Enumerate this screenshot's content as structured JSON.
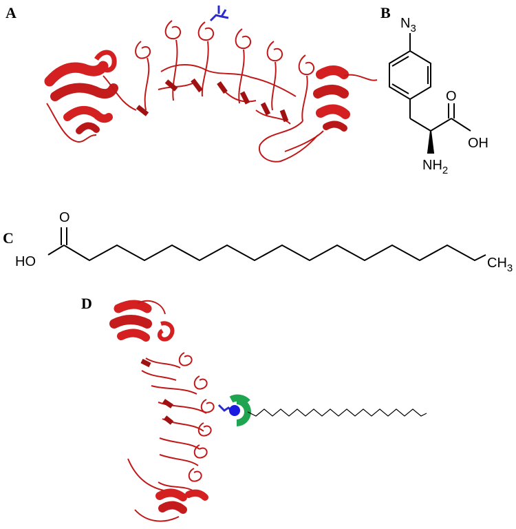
{
  "panels": {
    "a": {
      "label": "A"
    },
    "b": {
      "label": "B",
      "azide": "N3",
      "hydroxyl": "OH",
      "amine": "NH2"
    },
    "c": {
      "label": "C",
      "hydroxyl": "HO",
      "methyl": "CH3"
    },
    "d": {
      "label": "D"
    }
  },
  "colors": {
    "protein": "#d42020",
    "protein_dark": "#8f1010",
    "linker": "#2a2ad0",
    "label_bead": "#1a1ae0",
    "shield": "#1fa44f",
    "bond": "#000000"
  }
}
